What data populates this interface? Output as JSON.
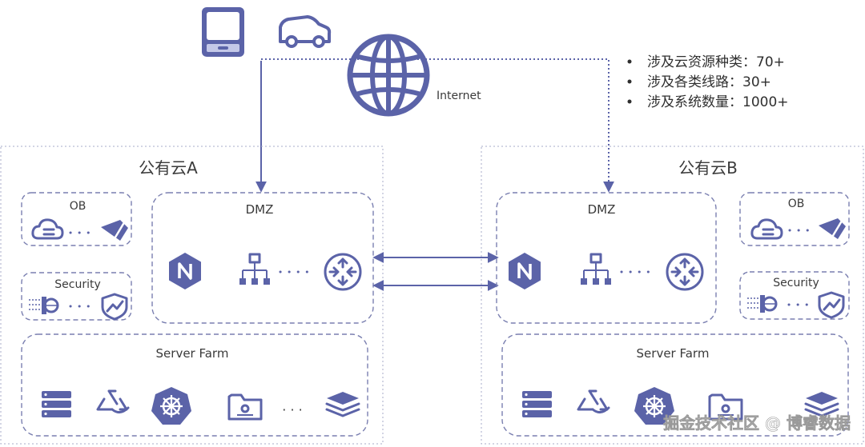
{
  "stats": [
    "涉及云资源种类：70+",
    "涉及各类线路：30+",
    "涉及系统数量：1000+"
  ],
  "internet_label": "Internet",
  "cloud_a": {
    "title": "公有云A",
    "ob_label": "OB",
    "security_label": "Security",
    "dmz_label": "DMZ",
    "server_farm_label": "Server Farm",
    "ellipsis": "· · ·"
  },
  "cloud_b": {
    "title": "公有云B",
    "ob_label": "OB",
    "security_label": "Security",
    "dmz_label": "DMZ",
    "server_farm_label": "Server Farm"
  },
  "watermark": "掘金技术社区 @ 博睿数据",
  "colors": {
    "icon": "#5b63a8",
    "line": "#5b63a8",
    "box_border": "#7a7fb0"
  }
}
